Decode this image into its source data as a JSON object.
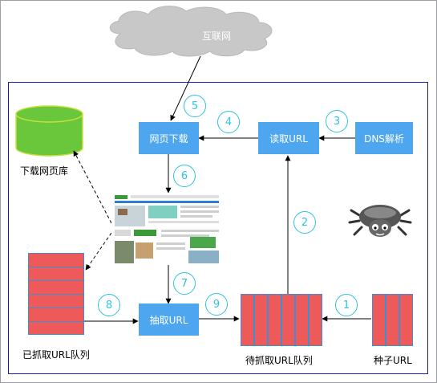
{
  "cloud": {
    "label": "互联网"
  },
  "boxes": {
    "download": "网页下载",
    "read_url": "读取URL",
    "dns": "DNS解析",
    "extract_url": "抽取URL"
  },
  "labels": {
    "page_db": "下载网页库",
    "crawled_queue": "已抓取URL队列",
    "pending_queue": "待抓取URL队列",
    "seed_url": "种子URL"
  },
  "steps": [
    "1",
    "2",
    "3",
    "4",
    "5",
    "6",
    "7",
    "8",
    "9"
  ],
  "colors": {
    "box_blue": "#4ea7ee",
    "queue_red": "#ee5a5a",
    "db_green": "#6ac63a",
    "step_cyan": "#2fc3e0",
    "cloud_gray": "#c8c8c8",
    "frame_navy": "#1b1bb0"
  },
  "icons": [
    "cloud-icon",
    "database-icon",
    "spider-icon",
    "webpage-thumbnail"
  ]
}
